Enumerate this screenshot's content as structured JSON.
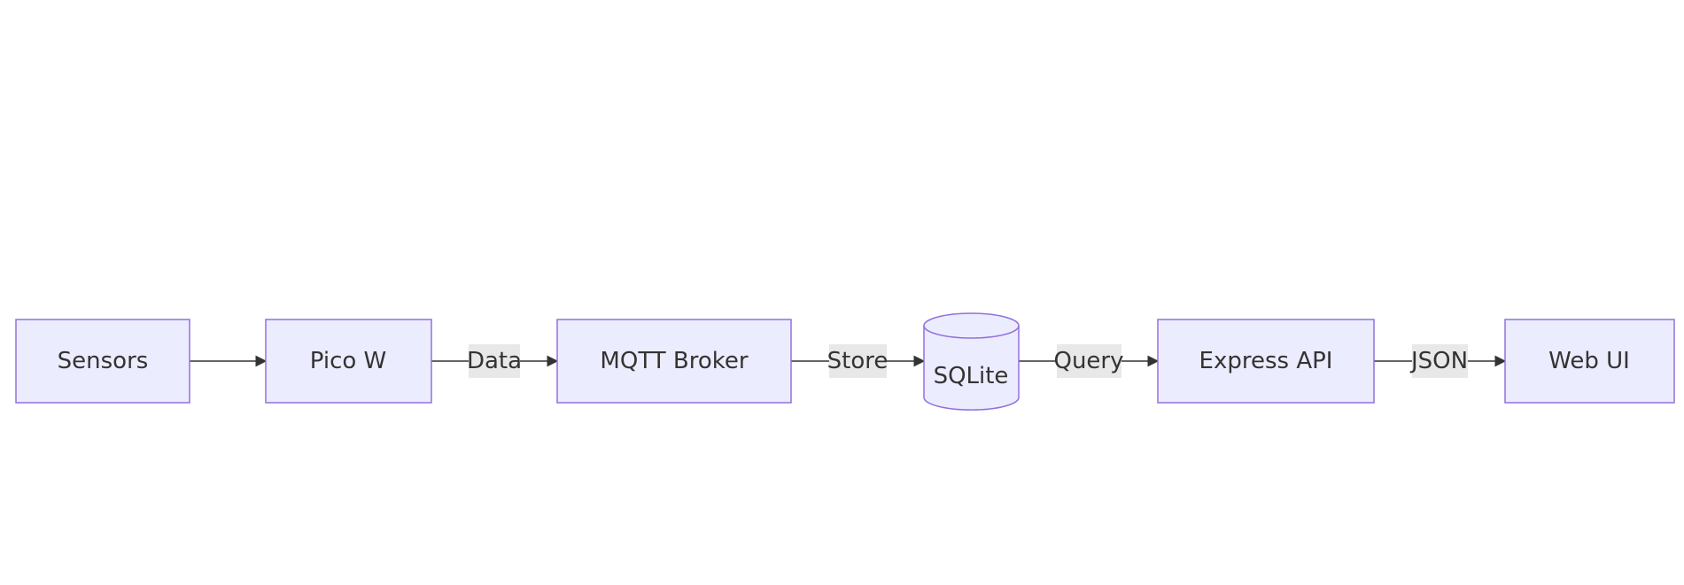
{
  "diagram": {
    "type": "flowchart",
    "direction": "LR",
    "nodes": [
      {
        "id": "sensors",
        "label": "Sensors",
        "shape": "rect"
      },
      {
        "id": "pico",
        "label": "Pico W",
        "shape": "rect"
      },
      {
        "id": "mqtt",
        "label": "MQTT Broker",
        "shape": "rect"
      },
      {
        "id": "sqlite",
        "label": "SQLite",
        "shape": "cylinder"
      },
      {
        "id": "express",
        "label": "Express API",
        "shape": "rect"
      },
      {
        "id": "webui",
        "label": "Web UI",
        "shape": "rect"
      }
    ],
    "edges": [
      {
        "from": "sensors",
        "to": "pico",
        "label": ""
      },
      {
        "from": "pico",
        "to": "mqtt",
        "label": "Data"
      },
      {
        "from": "mqtt",
        "to": "sqlite",
        "label": "Store"
      },
      {
        "from": "sqlite",
        "to": "express",
        "label": "Query"
      },
      {
        "from": "express",
        "to": "webui",
        "label": "JSON"
      }
    ],
    "colors": {
      "node_fill": "#ececff",
      "node_stroke": "#9370db",
      "edge": "#333333",
      "edge_label_bg": "#e8e8e8",
      "text": "#333333"
    }
  }
}
